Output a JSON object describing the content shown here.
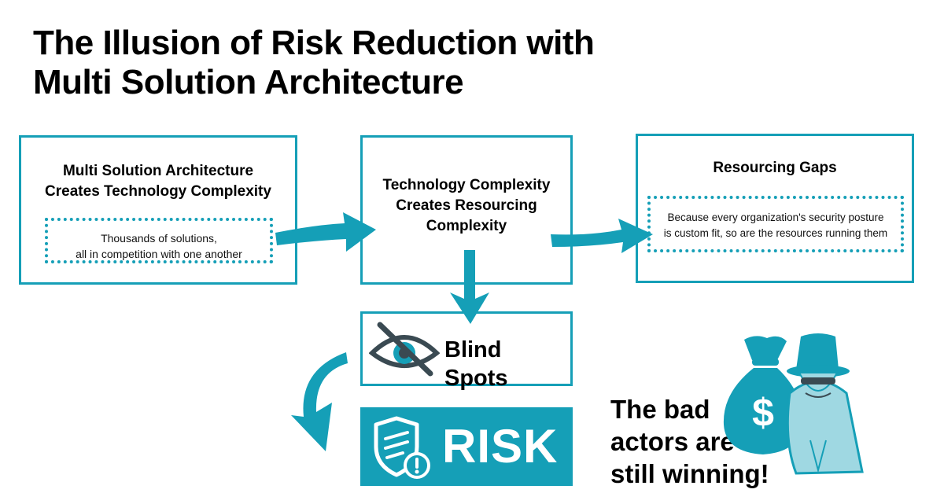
{
  "title": "The Illusion of Risk Reduction with\nMulti Solution Architecture",
  "box1": {
    "heading": "Multi Solution Architecture\nCreates Technology Complexity",
    "note": "Thousands of solutions,\nall in competition with one another"
  },
  "box2": {
    "heading": "Technology Complexity\nCreates Resourcing\nComplexity"
  },
  "box3": {
    "heading": "Resourcing Gaps",
    "note": "Because every organization's security posture\nis custom fit, so are the resources running them"
  },
  "blind_spots": {
    "label": "Blind Spots"
  },
  "risk": {
    "label": "RISK"
  },
  "tagline": "The bad\nactors are\nstill winning!",
  "colors": {
    "accent": "#159fb7",
    "accent_light": "#9fd8e2",
    "dark": "#3a4a52"
  },
  "icons": [
    "crossed-eye-icon",
    "shield-alert-icon",
    "money-bag-icon",
    "spy-icon",
    "arrow-icon"
  ]
}
